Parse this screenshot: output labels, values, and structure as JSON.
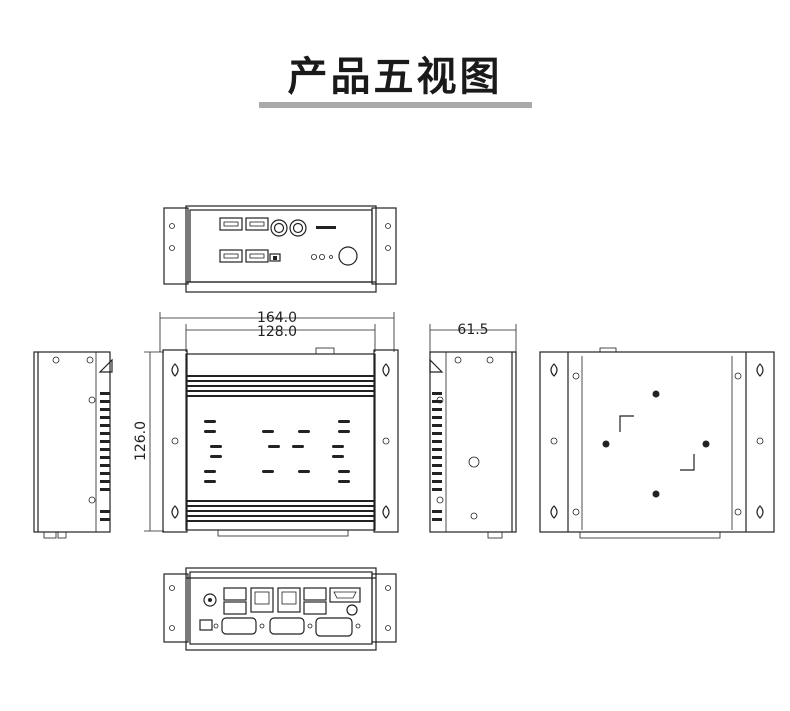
{
  "title": "产品五视图",
  "dimensions": {
    "width_outer": "164.0",
    "width_inner": "128.0",
    "height": "126.0",
    "depth": "61.5"
  }
}
